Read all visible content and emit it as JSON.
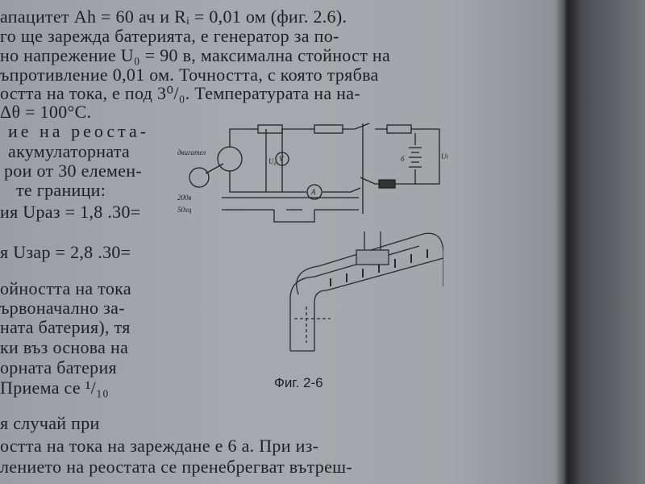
{
  "top_text": [
    "апацитет Ah = 60 ач и Rᵢ = 0,01 ом (фиг. 2.6).",
    "го ще зарежда батерията, е генератор за по-",
    "но напрежение U₀ = 90 в, максимална стойност на",
    "ъпротивление 0,01 ом. Точността, с която трябва",
    "остта на тока, е под 3⁰/₀. Температурата на на-",
    "Δθ = 100°C."
  ],
  "left_text": [
    "ие на реоста-",
    "акумулаторната",
    "рои от 30 елемен-",
    "те граници:",
    "ия Uраз = 1,8 .30=",
    "я Uзар = 2,8 .30=",
    "ойността на тока",
    "ървоначално за-",
    "ната батерия), тя",
    "ки въз основа на",
    "орната батерия",
    "Приема се ¹/₁₀",
    "я случай при"
  ],
  "bottom_text": [
    "остта на тока на зареждане е 6 а. При из-",
    "лението на реостата се пренебрегват вътреш-"
  ],
  "figure": {
    "caption": "Фиг. 2-6",
    "labels": {
      "motor": "двигател",
      "voltage_ac": "200в",
      "freq": "50хц",
      "voltmeter": "V",
      "ammeter": "A",
      "battery": "б",
      "u0": "U₀",
      "ub": "Uб"
    }
  }
}
